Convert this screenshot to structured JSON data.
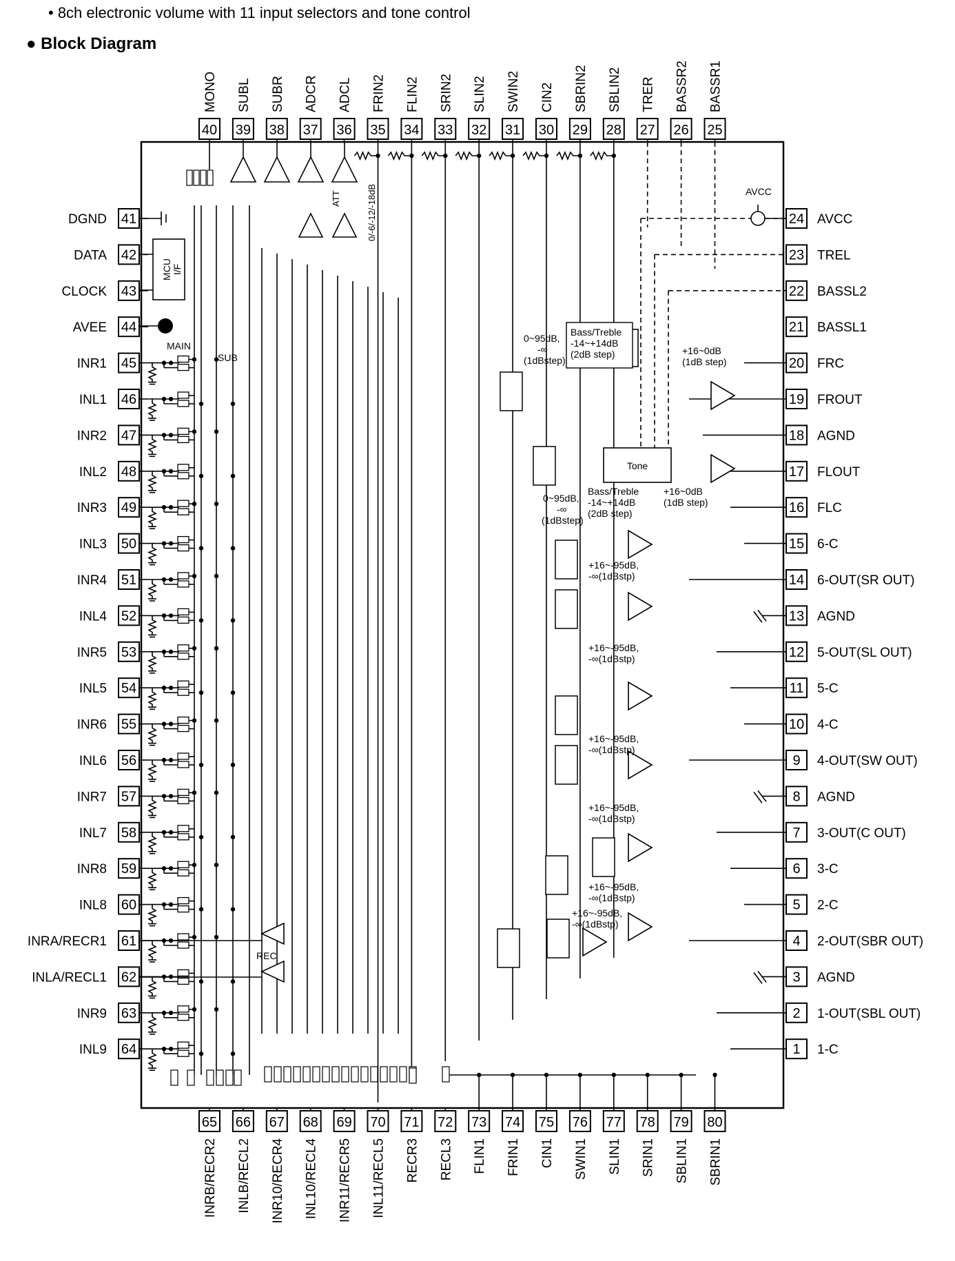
{
  "header": {
    "subtitle": "• 8ch electronic volume with 11 input selectors and tone control",
    "section": "● Block Diagram"
  },
  "pins": {
    "top": [
      {
        "num": "40",
        "label": "MONO"
      },
      {
        "num": "39",
        "label": "SUBL"
      },
      {
        "num": "38",
        "label": "SUBR"
      },
      {
        "num": "37",
        "label": "ADCR"
      },
      {
        "num": "36",
        "label": "ADCL"
      },
      {
        "num": "35",
        "label": "FRIN2"
      },
      {
        "num": "34",
        "label": "FLIN2"
      },
      {
        "num": "33",
        "label": "SRIN2"
      },
      {
        "num": "32",
        "label": "SLIN2"
      },
      {
        "num": "31",
        "label": "SWIN2"
      },
      {
        "num": "30",
        "label": "CIN2"
      },
      {
        "num": "29",
        "label": "SBRIN2"
      },
      {
        "num": "28",
        "label": "SBLIN2"
      },
      {
        "num": "27",
        "label": "TRER"
      },
      {
        "num": "26",
        "label": "BASSR2"
      },
      {
        "num": "25",
        "label": "BASSR1"
      }
    ],
    "bottom": [
      {
        "num": "65",
        "label": "INRB/RECR2"
      },
      {
        "num": "66",
        "label": "INLB/RECL2"
      },
      {
        "num": "67",
        "label": "INR10/RECR4"
      },
      {
        "num": "68",
        "label": "INL10/RECL4"
      },
      {
        "num": "69",
        "label": "INR11/RECR5"
      },
      {
        "num": "70",
        "label": "INL11/RECL5"
      },
      {
        "num": "71",
        "label": "RECR3"
      },
      {
        "num": "72",
        "label": "RECL3"
      },
      {
        "num": "73",
        "label": "FLIN1"
      },
      {
        "num": "74",
        "label": "FRIN1"
      },
      {
        "num": "75",
        "label": "CIN1"
      },
      {
        "num": "76",
        "label": "SWIN1"
      },
      {
        "num": "77",
        "label": "SLIN1"
      },
      {
        "num": "78",
        "label": "SRIN1"
      },
      {
        "num": "79",
        "label": "SBLIN1"
      },
      {
        "num": "80",
        "label": "SBRIN1"
      }
    ],
    "left": [
      {
        "num": "41",
        "label": "DGND"
      },
      {
        "num": "42",
        "label": "DATA"
      },
      {
        "num": "43",
        "label": "CLOCK"
      },
      {
        "num": "44",
        "label": "AVEE"
      },
      {
        "num": "45",
        "label": "INR1"
      },
      {
        "num": "46",
        "label": "INL1"
      },
      {
        "num": "47",
        "label": "INR2"
      },
      {
        "num": "48",
        "label": "INL2"
      },
      {
        "num": "49",
        "label": "INR3"
      },
      {
        "num": "50",
        "label": "INL3"
      },
      {
        "num": "51",
        "label": "INR4"
      },
      {
        "num": "52",
        "label": "INL4"
      },
      {
        "num": "53",
        "label": "INR5"
      },
      {
        "num": "54",
        "label": "INL5"
      },
      {
        "num": "55",
        "label": "INR6"
      },
      {
        "num": "56",
        "label": "INL6"
      },
      {
        "num": "57",
        "label": "INR7"
      },
      {
        "num": "58",
        "label": "INL7"
      },
      {
        "num": "59",
        "label": "INR8"
      },
      {
        "num": "60",
        "label": "INL8"
      },
      {
        "num": "61",
        "label": "INRA/RECR1"
      },
      {
        "num": "62",
        "label": "INLA/RECL1"
      },
      {
        "num": "63",
        "label": "INR9"
      },
      {
        "num": "64",
        "label": "INL9"
      }
    ],
    "right": [
      {
        "num": "24",
        "label": "AVCC"
      },
      {
        "num": "23",
        "label": "TREL"
      },
      {
        "num": "22",
        "label": "BASSL2"
      },
      {
        "num": "21",
        "label": "BASSL1"
      },
      {
        "num": "20",
        "label": "FRC"
      },
      {
        "num": "19",
        "label": "FROUT"
      },
      {
        "num": "18",
        "label": "AGND"
      },
      {
        "num": "17",
        "label": "FLOUT"
      },
      {
        "num": "16",
        "label": "FLC"
      },
      {
        "num": "15",
        "label": "6-C"
      },
      {
        "num": "14",
        "label": "6-OUT(SR OUT)"
      },
      {
        "num": "13",
        "label": "AGND"
      },
      {
        "num": "12",
        "label": "5-OUT(SL OUT)"
      },
      {
        "num": "11",
        "label": "5-C"
      },
      {
        "num": "10",
        "label": "4-C"
      },
      {
        "num": "9",
        "label": "4-OUT(SW OUT)"
      },
      {
        "num": "8",
        "label": "AGND"
      },
      {
        "num": "7",
        "label": "3-OUT(C OUT)"
      },
      {
        "num": "6",
        "label": "3-C"
      },
      {
        "num": "5",
        "label": "2-C"
      },
      {
        "num": "4",
        "label": "2-OUT(SBR OUT)"
      },
      {
        "num": "3",
        "label": "AGND"
      },
      {
        "num": "2",
        "label": "1-OUT(SBL OUT)"
      },
      {
        "num": "1",
        "label": "1-C"
      }
    ]
  },
  "labels": {
    "main": "MAIN",
    "sub": "SUB",
    "rec": "REC",
    "att": "ATT",
    "att_steps": "0/-6/-12/-18dB",
    "mcu1": "MCU",
    "mcu2": "I/F",
    "avcc_internal": "AVCC",
    "tone": "Tone",
    "bt1": "Bass/Treble",
    "bt2": "-14~+14dB",
    "bt3": "(2dB step)",
    "vol1": "0~95dB,",
    "vol2": "-∞",
    "vol3": "(1dBstep)",
    "gain_f1": "+16~0dB",
    "gain_f2": "(1dB step)",
    "gain_s1": "+16~-95dB,",
    "gain_s2": "-∞(1dBstp)"
  }
}
